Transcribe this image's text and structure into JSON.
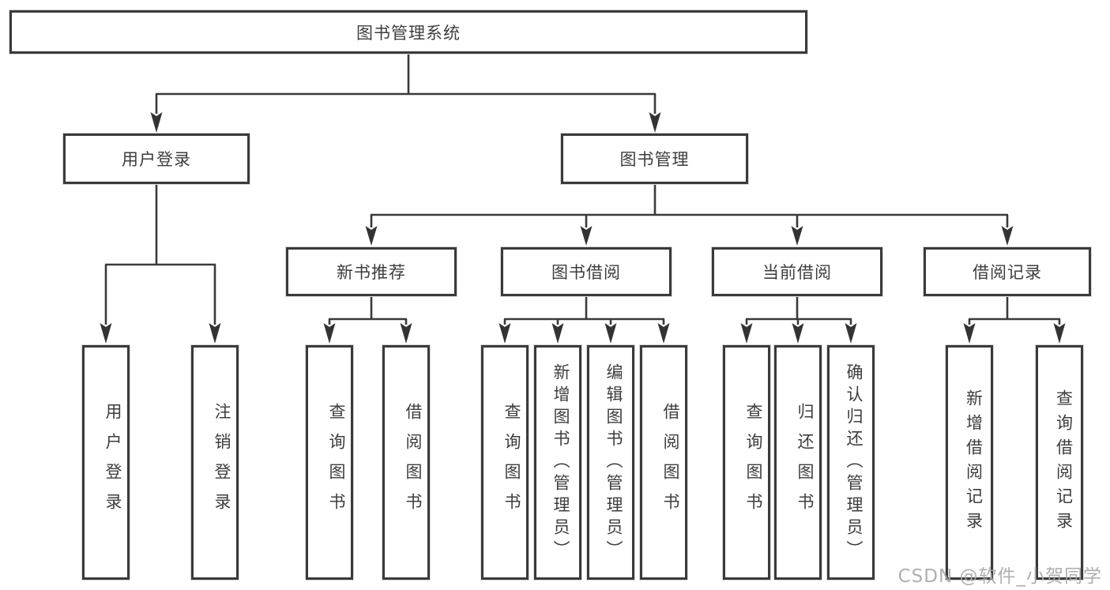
{
  "diagram": {
    "title": "图书管理系统",
    "root": {
      "label": "图书管理系统"
    },
    "level2": [
      {
        "id": "user-login",
        "label": "用户登录"
      },
      {
        "id": "book-management",
        "label": "图书管理"
      }
    ],
    "level3": [
      {
        "id": "new-book-recommend",
        "label": "新书推荐"
      },
      {
        "id": "book-borrowing",
        "label": "图书借阅"
      },
      {
        "id": "current-borrowing",
        "label": "当前借阅"
      },
      {
        "id": "borrowing-records",
        "label": "借阅记录"
      }
    ],
    "leaves": [
      {
        "id": "user-login-action",
        "parent": "user-login",
        "label": "用户登录"
      },
      {
        "id": "logout-action",
        "parent": "user-login",
        "label": "注销登录"
      },
      {
        "id": "query-books-recommend",
        "parent": "new-book-recommend",
        "label": "查询图书"
      },
      {
        "id": "borrow-books-recommend",
        "parent": "new-book-recommend",
        "label": "借阅图书"
      },
      {
        "id": "query-books-borrowing",
        "parent": "book-borrowing",
        "label": "查询图书"
      },
      {
        "id": "add-books-admin",
        "parent": "book-borrowing",
        "label": "新增图书（管理员）"
      },
      {
        "id": "edit-books-admin",
        "parent": "book-borrowing",
        "label": "编辑图书（管理员）"
      },
      {
        "id": "borrow-books-borrowing",
        "parent": "book-borrowing",
        "label": "借阅图书"
      },
      {
        "id": "query-books-current",
        "parent": "current-borrowing",
        "label": "查询图书"
      },
      {
        "id": "return-books",
        "parent": "current-borrowing",
        "label": "归还图书"
      },
      {
        "id": "confirm-return-admin",
        "parent": "current-borrowing",
        "label": "确认归还（管理员）"
      },
      {
        "id": "add-borrow-record",
        "parent": "borrowing-records",
        "label": "新增借阅记录"
      },
      {
        "id": "query-borrow-record",
        "parent": "borrowing-records",
        "label": "查询借阅记录"
      }
    ]
  },
  "watermark": {
    "text": "CSDN @软件_小贺同学"
  },
  "colors": {
    "line": "#3a3a3a",
    "arrow": "#333333",
    "text": "#3d3d3d",
    "background": "#ffffff",
    "watermark": "#a8a8a8"
  }
}
